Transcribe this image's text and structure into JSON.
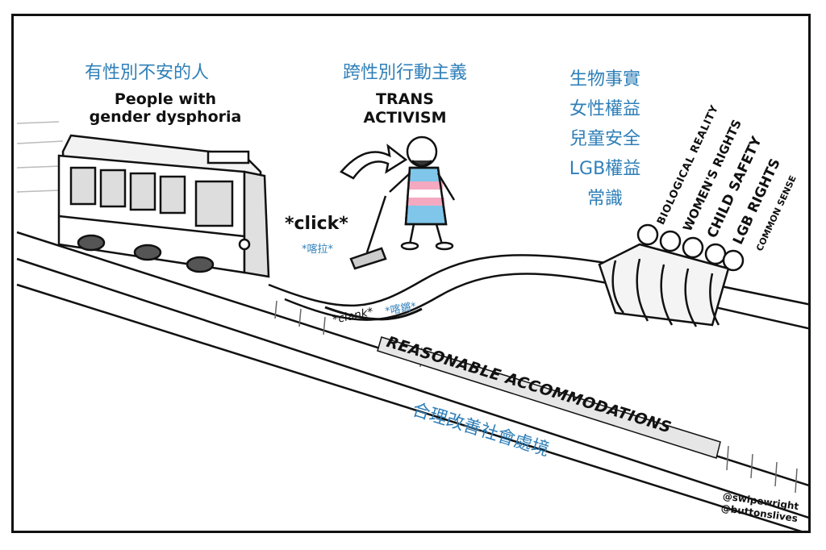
{
  "labels": {
    "left_cn": "有性別不安的人",
    "left_en_line1": "People with",
    "left_en_line2": "gender dysphoria",
    "center_cn": "跨性別行動主義",
    "center_en_line1": "TRANS",
    "center_en_line2": "ACTIVISM",
    "click_en": "*click*",
    "click_cn": "*喀拉*",
    "clank_en": "*clank*",
    "clank_cn": "*喀鏘*",
    "right_cn": [
      "生物事實",
      "女性權益",
      "兒童安全",
      "LGB權益",
      "常識"
    ],
    "right_en": [
      "BIOLOGICAL REALITY",
      "WOMEN'S RIGHTS",
      "CHILD SAFETY",
      "LGB RIGHTS",
      "COMMON SENSE"
    ],
    "track_en": "REASONABLE ACCOMMODATIONS",
    "track_cn": "合理改善社會處境",
    "credit_1": "@swipewright",
    "credit_2": "@buttonslives"
  },
  "colors": {
    "label_blue": "#2f7fb8",
    "ink": "#111111",
    "trans_blue": "#7fc6ea",
    "trans_pink": "#f4a9c0"
  }
}
